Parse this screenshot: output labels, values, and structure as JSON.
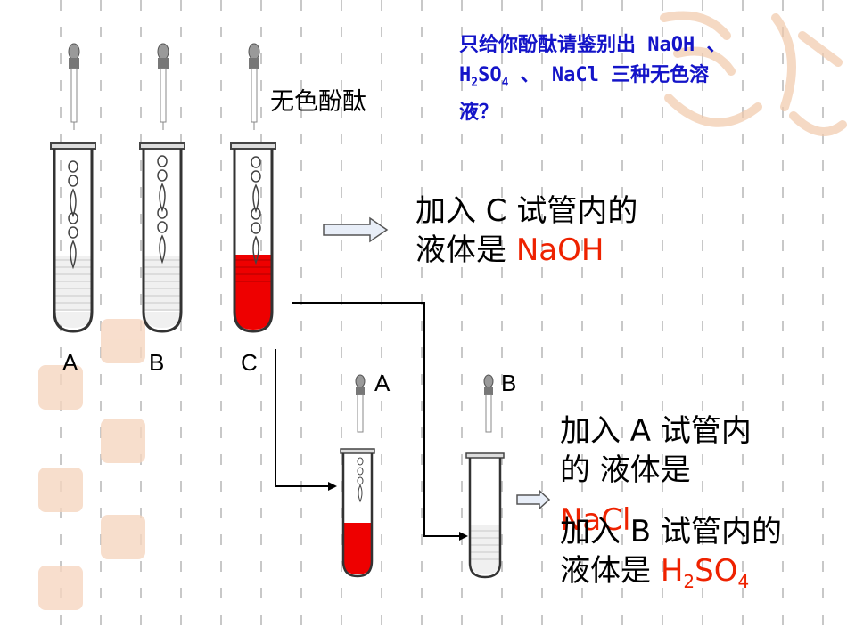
{
  "question": {
    "line1": "只给你酚酞请鉴别出 NaOH 、",
    "line2_prefix": "H",
    "line2_sub1": "2",
    "line2_mid": "SO",
    "line2_sub2": "4",
    "line2_suffix": " 、 NaCl 三种无色溶",
    "line3": "液？"
  },
  "indicator_label": "无色酚酞",
  "tube_labels": {
    "a": "A",
    "b": "B",
    "c": "C",
    "a2": "A",
    "b2": "B"
  },
  "result_c": {
    "line1": "加入 C 试管内的",
    "line2_prefix": "液体是 ",
    "line2_value": "NaOH"
  },
  "result_a": {
    "line1": "加入 A 试管内",
    "line2": "的   液体是",
    "value": "NaCl"
  },
  "result_b": {
    "line1": "加入 B 试管内的",
    "line2_prefix": "液体是 ",
    "v1": "H",
    "v2": "2",
    "v3": "SO",
    "v4": "4"
  },
  "colors": {
    "question": "#1414c8",
    "liquid_red": "#ee0000",
    "answer_red": "#ee2200",
    "watermark": "#f3c7a8"
  }
}
